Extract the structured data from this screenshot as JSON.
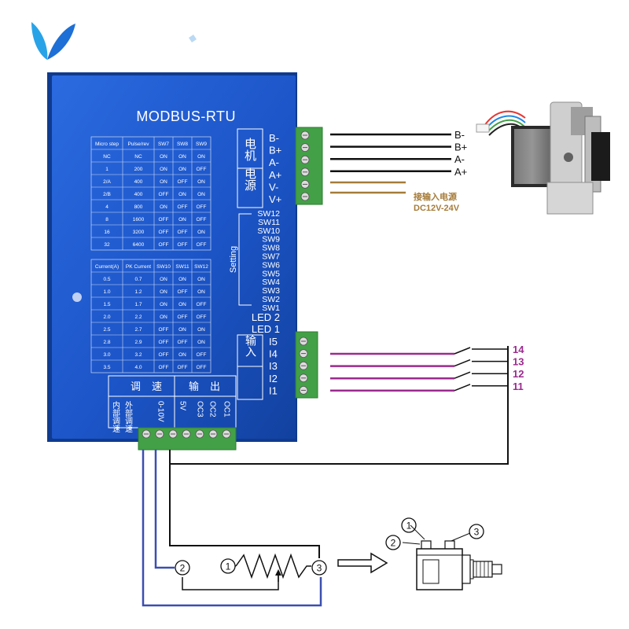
{
  "device": {
    "title": "MODBUS-RTU",
    "motor_label": "电机",
    "power_label": "电源",
    "setting_label": "Setting",
    "input_label": "输入",
    "speed_label": "调速",
    "output_label": "输出",
    "motor_terminals": [
      "B-",
      "B+",
      "A-",
      "A+",
      "V-",
      "V+"
    ],
    "switches": [
      "SW12",
      "SW11",
      "SW10",
      "SW9",
      "SW8",
      "SW7",
      "SW6",
      "SW5",
      "SW4",
      "SW3",
      "SW2",
      "SW1"
    ],
    "leds": [
      "LED 2",
      "LED 1"
    ],
    "inputs": [
      "I5",
      "I4",
      "I3",
      "I2",
      "I1"
    ],
    "bottom_terminals": [
      "内部调速",
      "外部调速",
      "0-10V",
      "5V",
      "OC3",
      "OC2",
      "OC1"
    ]
  },
  "microstep_table": {
    "headers": [
      "Micro step",
      "Pulse/rev",
      "SW7",
      "SW8",
      "SW9"
    ],
    "rows": [
      [
        "NC",
        "NC",
        "ON",
        "ON",
        "ON"
      ],
      [
        "1",
        "200",
        "ON",
        "ON",
        "OFF"
      ],
      [
        "2/A",
        "400",
        "ON",
        "OFF",
        "ON"
      ],
      [
        "2/B",
        "400",
        "OFF",
        "ON",
        "ON"
      ],
      [
        "4",
        "800",
        "ON",
        "OFF",
        "OFF"
      ],
      [
        "8",
        "1600",
        "OFF",
        "ON",
        "OFF"
      ],
      [
        "16",
        "3200",
        "OFF",
        "OFF",
        "ON"
      ],
      [
        "32",
        "6400",
        "OFF",
        "OFF",
        "OFF"
      ]
    ]
  },
  "current_table": {
    "headers": [
      "Current(A)",
      "PK Current",
      "SW10",
      "SW11",
      "SW12"
    ],
    "rows": [
      [
        "0.5",
        "0.7",
        "ON",
        "ON",
        "ON"
      ],
      [
        "1.0",
        "1.2",
        "ON",
        "OFF",
        "ON"
      ],
      [
        "1.5",
        "1.7",
        "ON",
        "ON",
        "OFF"
      ],
      [
        "2.0",
        "2.2",
        "ON",
        "OFF",
        "OFF"
      ],
      [
        "2.5",
        "2.7",
        "OFF",
        "ON",
        "ON"
      ],
      [
        "2.8",
        "2.9",
        "OFF",
        "OFF",
        "ON"
      ],
      [
        "3.0",
        "3.2",
        "OFF",
        "ON",
        "OFF"
      ],
      [
        "3.5",
        "4.0",
        "OFF",
        "OFF",
        "OFF"
      ]
    ]
  },
  "motor_wires": [
    "B-",
    "B+",
    "A-",
    "A+"
  ],
  "power_note": [
    "接输入电源",
    "DC12V-24V"
  ],
  "input_numbers": [
    "14",
    "13",
    "12",
    "11"
  ],
  "pot_pins": [
    "1",
    "2",
    "3"
  ],
  "colors": {
    "device_blue": "#1c55c8",
    "terminal_green": "#4caf50",
    "power_wire": "#a67c3a",
    "input_wire": "#9c2a8e",
    "pot_wire": "#3b4fb0",
    "ink": "#111111"
  }
}
